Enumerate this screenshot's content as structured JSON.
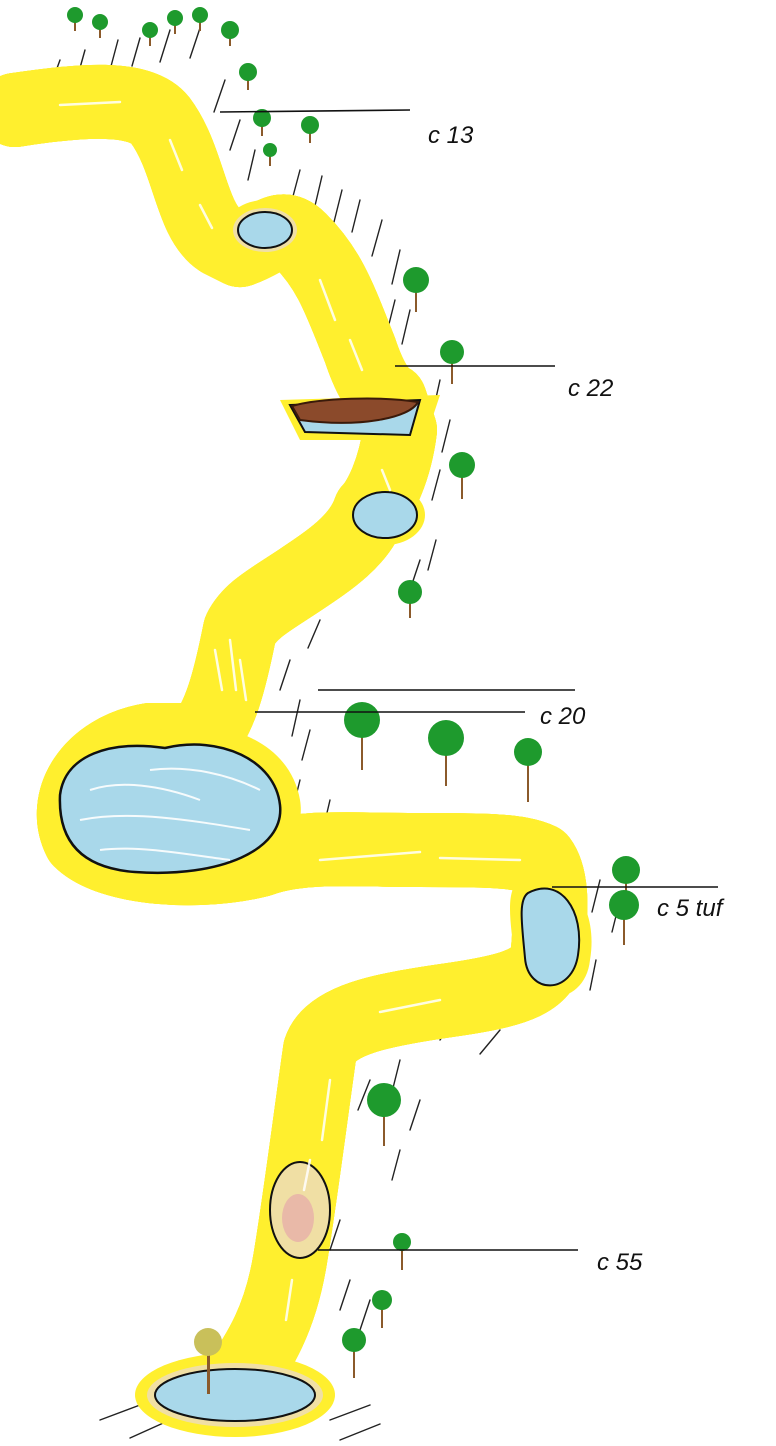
{
  "labels": [
    {
      "id": "c13",
      "text": "c 13"
    },
    {
      "id": "c22",
      "text": "c 22"
    },
    {
      "id": "c20",
      "text": "c 20"
    },
    {
      "id": "c5tuf",
      "text": "c 5 tuf"
    },
    {
      "id": "c55",
      "text": "c 55"
    }
  ],
  "colors": {
    "water": "#a9d8ea",
    "water_highlight": "#ffffff",
    "outline": "#111111",
    "rock_band": "#f0dfa4",
    "yellow_band": "#ffef2e",
    "tree_green": "#1e9a2d",
    "trunk": "#8b5a2b",
    "tuf": "#8b4a2b",
    "pink_rock": "#e9b9a8"
  },
  "icons": [
    "tree-icon",
    "grass-hatch-icon"
  ]
}
